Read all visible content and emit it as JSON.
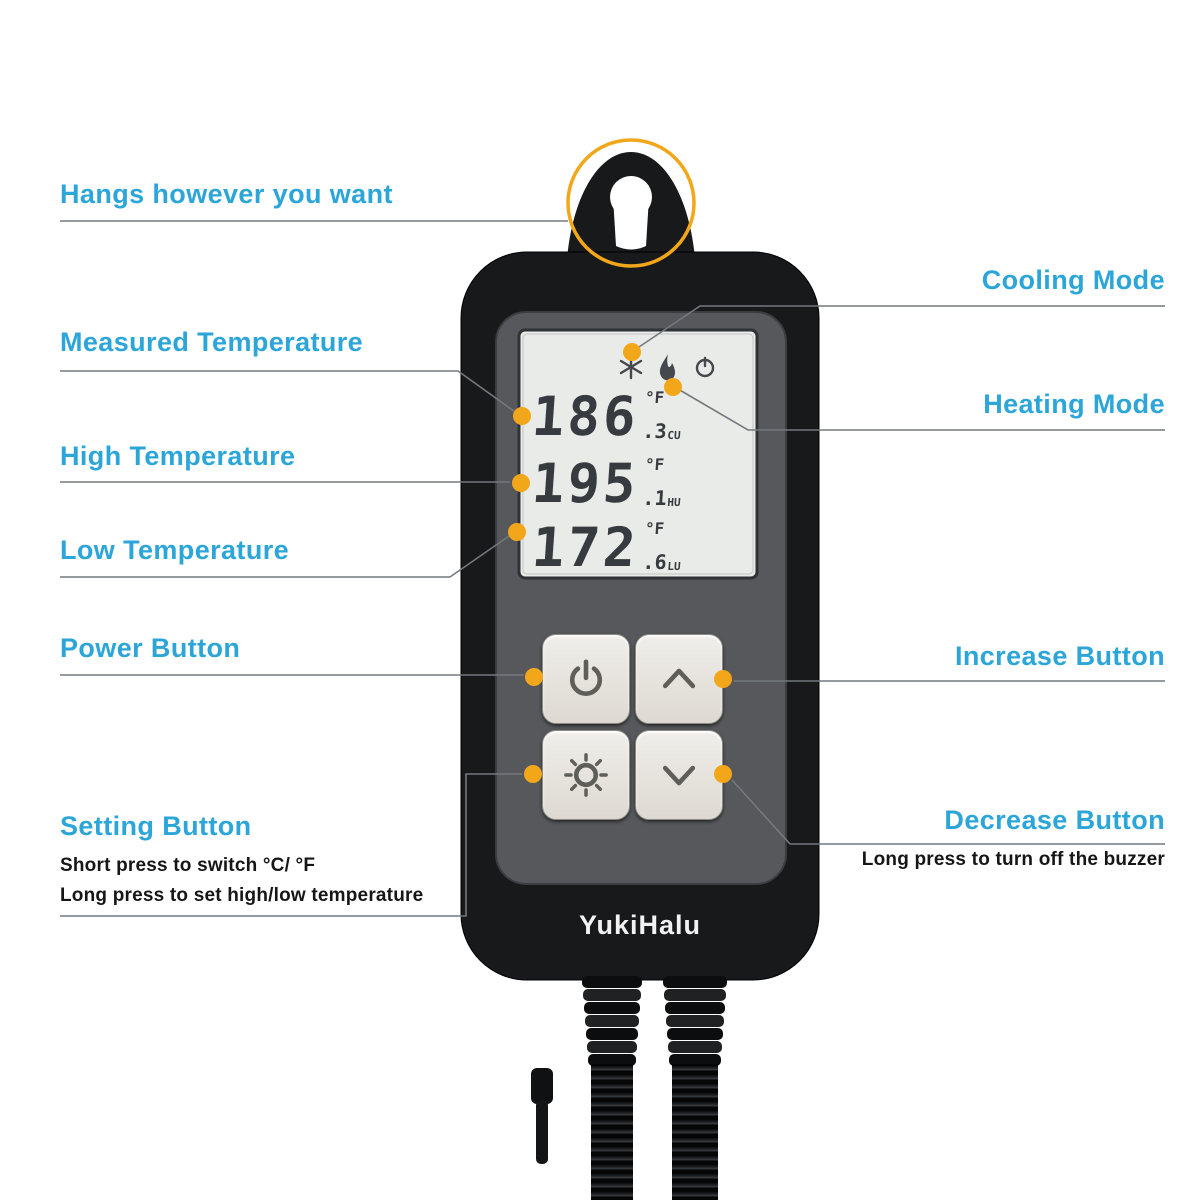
{
  "colors": {
    "accent_cyan": "#2ca6d9",
    "callout_orange": "#f2a71b",
    "line_gray": "#74797d",
    "device_black": "#17191b",
    "panel_gray": "#56585b",
    "lcd_bg": "#e8ebe7",
    "button_bg": "#e7e4de",
    "digit_color": "#373b40",
    "brand_white": "#f2f2f2"
  },
  "callouts": {
    "left": [
      {
        "id": "hang",
        "label": "Hangs however you want"
      },
      {
        "id": "measured",
        "label": "Measured Temperature"
      },
      {
        "id": "high",
        "label": "High Temperature"
      },
      {
        "id": "low",
        "label": "Low Temperature"
      },
      {
        "id": "power",
        "label": "Power Button"
      },
      {
        "id": "setting",
        "label": "Setting Button",
        "notes": [
          "Short press to switch °C/ °F",
          "Long press to set high/low temperature"
        ]
      }
    ],
    "right": [
      {
        "id": "cooling",
        "label": "Cooling Mode"
      },
      {
        "id": "heating",
        "label": "Heating Mode"
      },
      {
        "id": "increase",
        "label": "Increase Button"
      },
      {
        "id": "decrease",
        "label": "Decrease Button",
        "notes": [
          "Long press to turn off the buzzer"
        ]
      }
    ]
  },
  "device": {
    "brand": "YukiHalu",
    "display": {
      "status_icons": [
        "cooling-snowflake",
        "heating-flame",
        "power-indicator"
      ],
      "rows": [
        {
          "name": "measured",
          "value": "186",
          "unit": "°F",
          "fraction": ".3",
          "tag": "CU"
        },
        {
          "name": "high",
          "value": "195",
          "unit": "°F",
          "fraction": ".1",
          "tag": "HU"
        },
        {
          "name": "low",
          "value": "172",
          "unit": "°F",
          "fraction": ".6",
          "tag": "LU"
        }
      ]
    },
    "buttons": [
      {
        "id": "power",
        "icon": "power-icon"
      },
      {
        "id": "increase",
        "icon": "chevron-up-icon"
      },
      {
        "id": "setting",
        "icon": "gear-sun-icon"
      },
      {
        "id": "decrease",
        "icon": "chevron-down-icon"
      }
    ]
  }
}
